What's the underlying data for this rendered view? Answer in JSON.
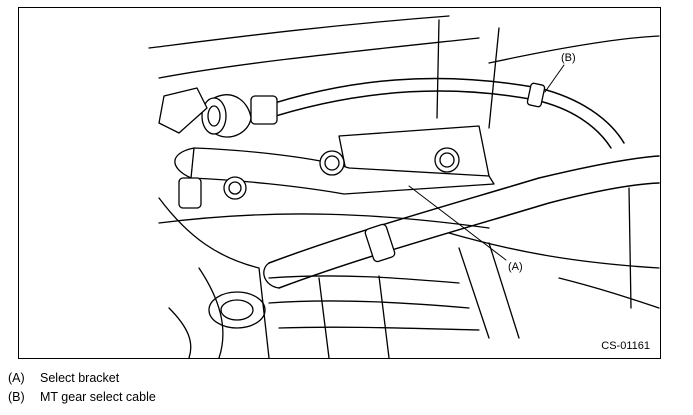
{
  "figure": {
    "code": "CS-01161",
    "callouts": {
      "a": "(A)",
      "b": "(B)"
    }
  },
  "legend": [
    {
      "key": "(A)",
      "text": "Select bracket"
    },
    {
      "key": "(B)",
      "text": "MT gear select cable"
    }
  ]
}
